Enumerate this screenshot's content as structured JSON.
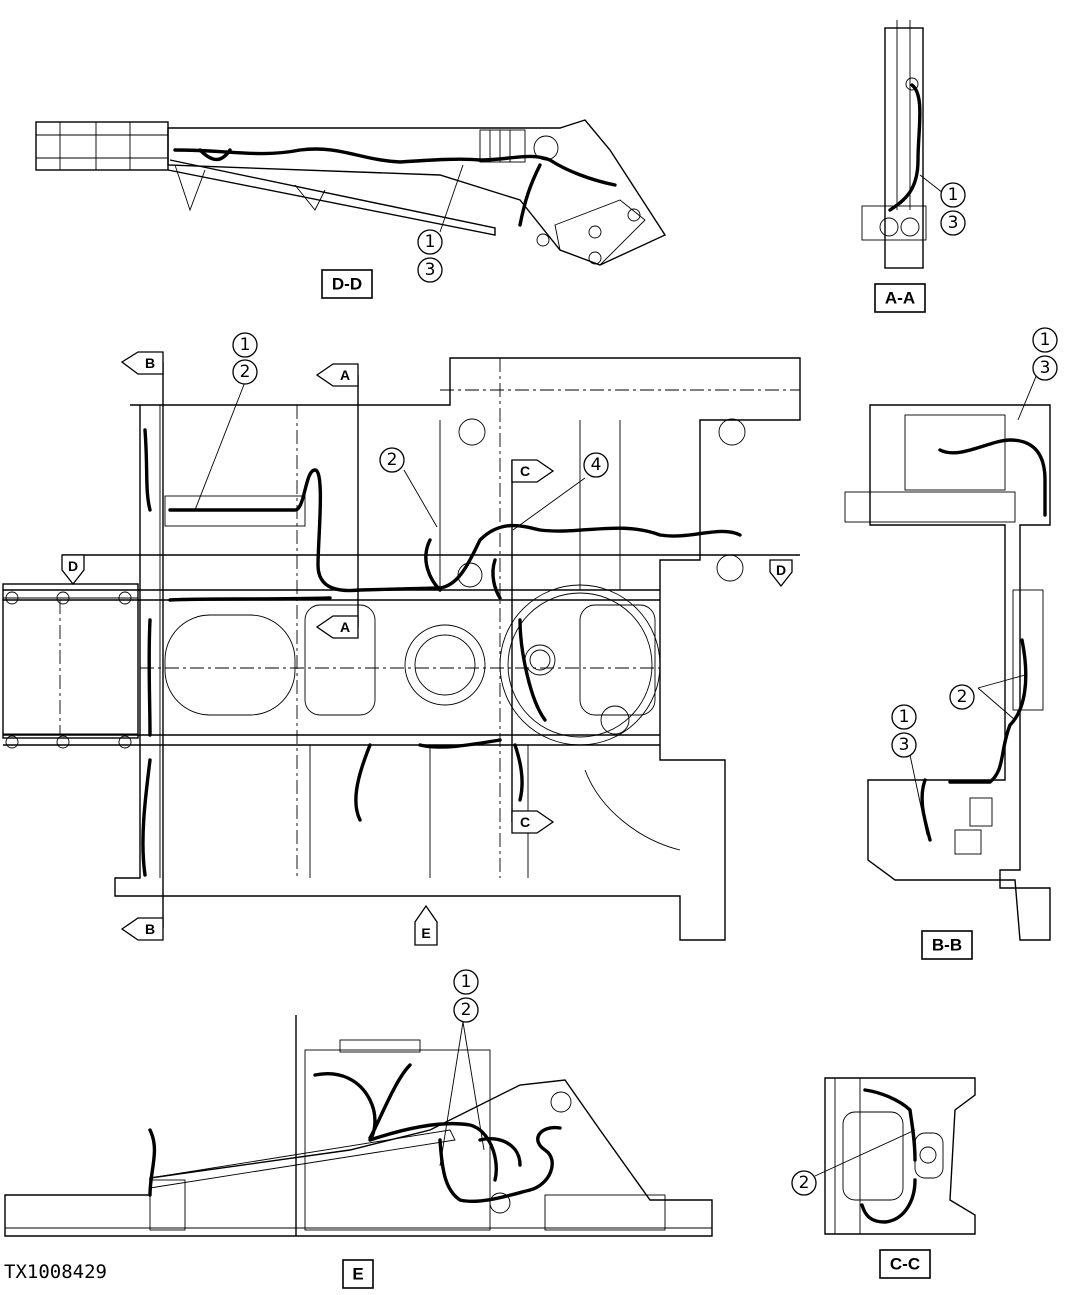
{
  "figure_id": "TX1008429",
  "views": {
    "dd": "D-D",
    "aa": "A-A",
    "bb": "B-B",
    "e": "E",
    "cc": "C-C"
  },
  "section_arrows": {
    "b": "B",
    "a": "A",
    "c": "C",
    "d": "D",
    "e": "E"
  },
  "callouts": {
    "one": "1",
    "two": "2",
    "three": "3",
    "four": "4"
  }
}
